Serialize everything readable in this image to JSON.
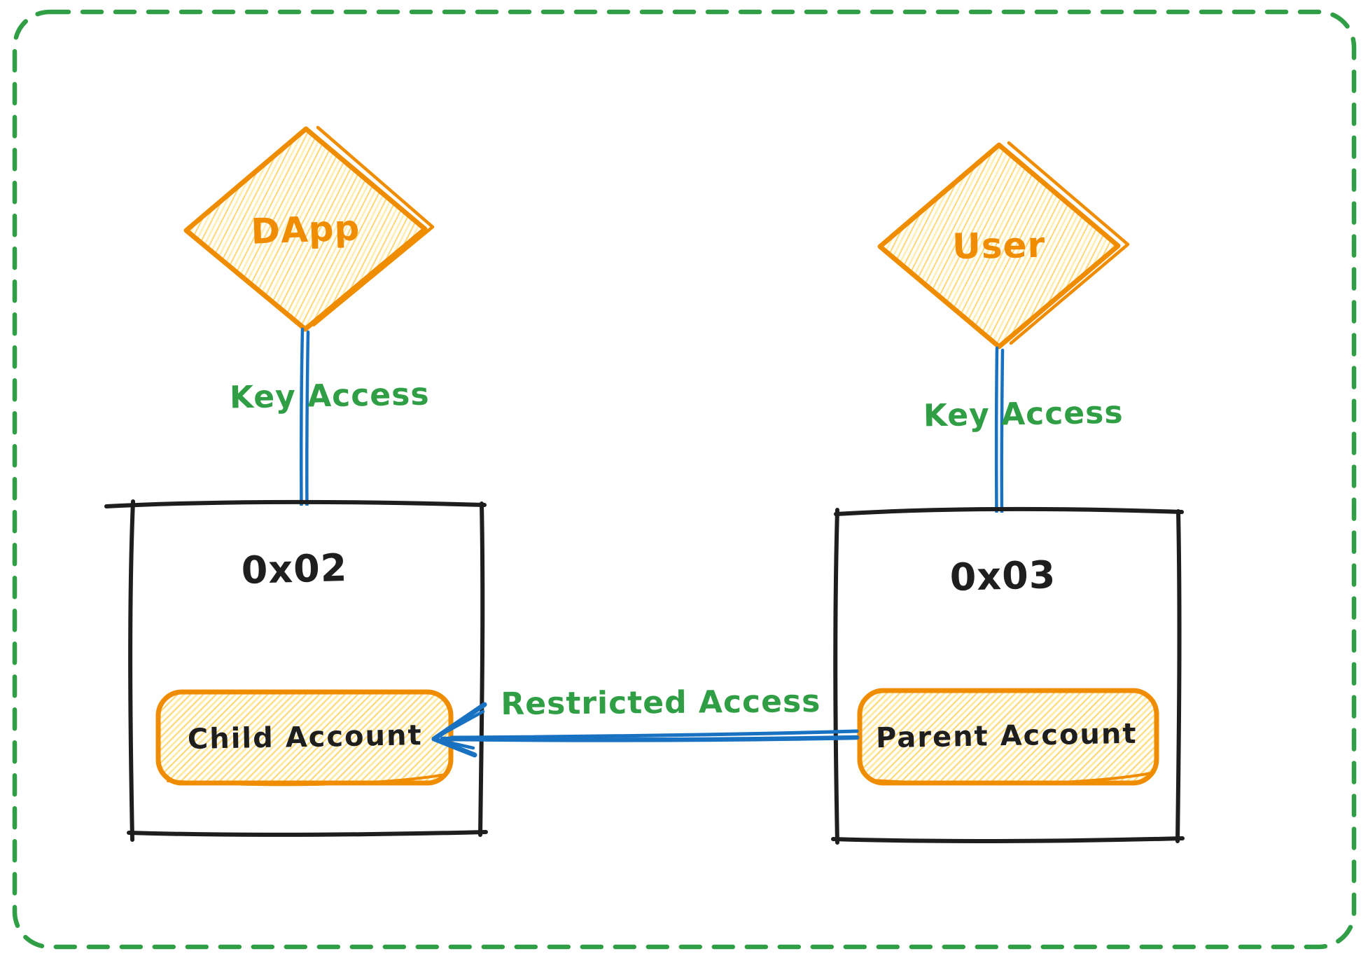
{
  "diagram": {
    "nodes": {
      "dapp": {
        "shape": "diamond",
        "label": "DApp"
      },
      "user": {
        "shape": "diamond",
        "label": "User"
      },
      "child_wallet": {
        "id_label": "0x02",
        "account_label": "Child Account"
      },
      "parent_wallet": {
        "id_label": "0x03",
        "account_label": "Parent Account"
      }
    },
    "edges": {
      "dapp_key_access": {
        "label": "Key Access",
        "from": "DApp",
        "to": "0x02"
      },
      "user_key_access": {
        "label": "Key Access",
        "from": "User",
        "to": "0x03"
      },
      "restricted_access": {
        "label": "Restricted Access",
        "from": "Parent Account",
        "to": "Child Account"
      }
    },
    "colors": {
      "frame_green": "#2f9e44",
      "edge_label_green": "#2f9e44",
      "orange_stroke": "#f08c00",
      "yellow_hachure_light": "#ffeeb0",
      "yellow_hachure_strong": "#ffd874",
      "connector_blue": "#1971c2",
      "ink_black": "#1e1e1e",
      "background": "#ffffff"
    }
  }
}
